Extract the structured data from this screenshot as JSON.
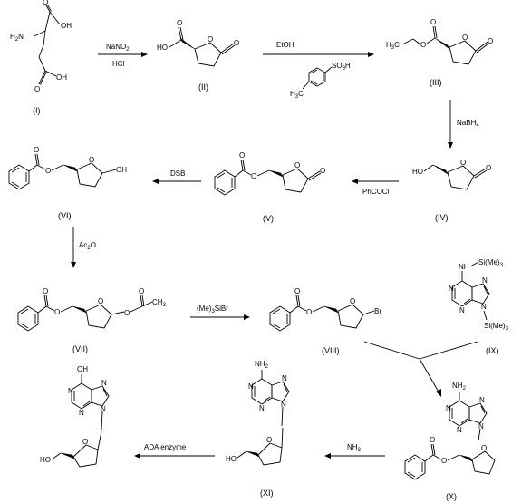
{
  "compounds": {
    "c1": "(I)",
    "c2": "(II)",
    "c3": "(III)",
    "c4": "(IV)",
    "c5": "(V)",
    "c6": "(VI)",
    "c7": "(VII)",
    "c8": "(VIII)",
    "c9": "(IX)",
    "c10": "(X)",
    "c11": "(XI)"
  },
  "reagents": {
    "step1_top": "NaNO",
    "step1_top_sub": "2",
    "step1_bottom": "HCl",
    "step2_top": "EtOH",
    "step3": "NaBH",
    "step3_sub": "4",
    "step4": "PhCOCl",
    "step5": "DSB",
    "step6": "Ac",
    "step6_sub": "2",
    "step6_tail": "O",
    "step7_a": "(Me)",
    "step7_a_sub": "3",
    "step7_b": "SiBr",
    "step9": "NH",
    "step9_sub": "3",
    "step10": "ADA enzyme"
  },
  "atoms": {
    "H2N": "H",
    "H2N_sub": "2",
    "H2N_N": "N",
    "O": "O",
    "OH": "OH",
    "HO": "HO",
    "H3C_H": "H",
    "H3C_sub": "3",
    "H3C_C": "C",
    "CH3_C": "CH",
    "CH3_sub": "3",
    "SO3H_S": "SO",
    "SO3H_sub": "3",
    "SO3H_H": "H",
    "Br": "Br",
    "N": "N",
    "NH2": "NH",
    "NH2_sub": "2",
    "NH_Si": "NH",
    "SiMe3_a": "Si(Me)",
    "SiMe3_sub": "3"
  }
}
